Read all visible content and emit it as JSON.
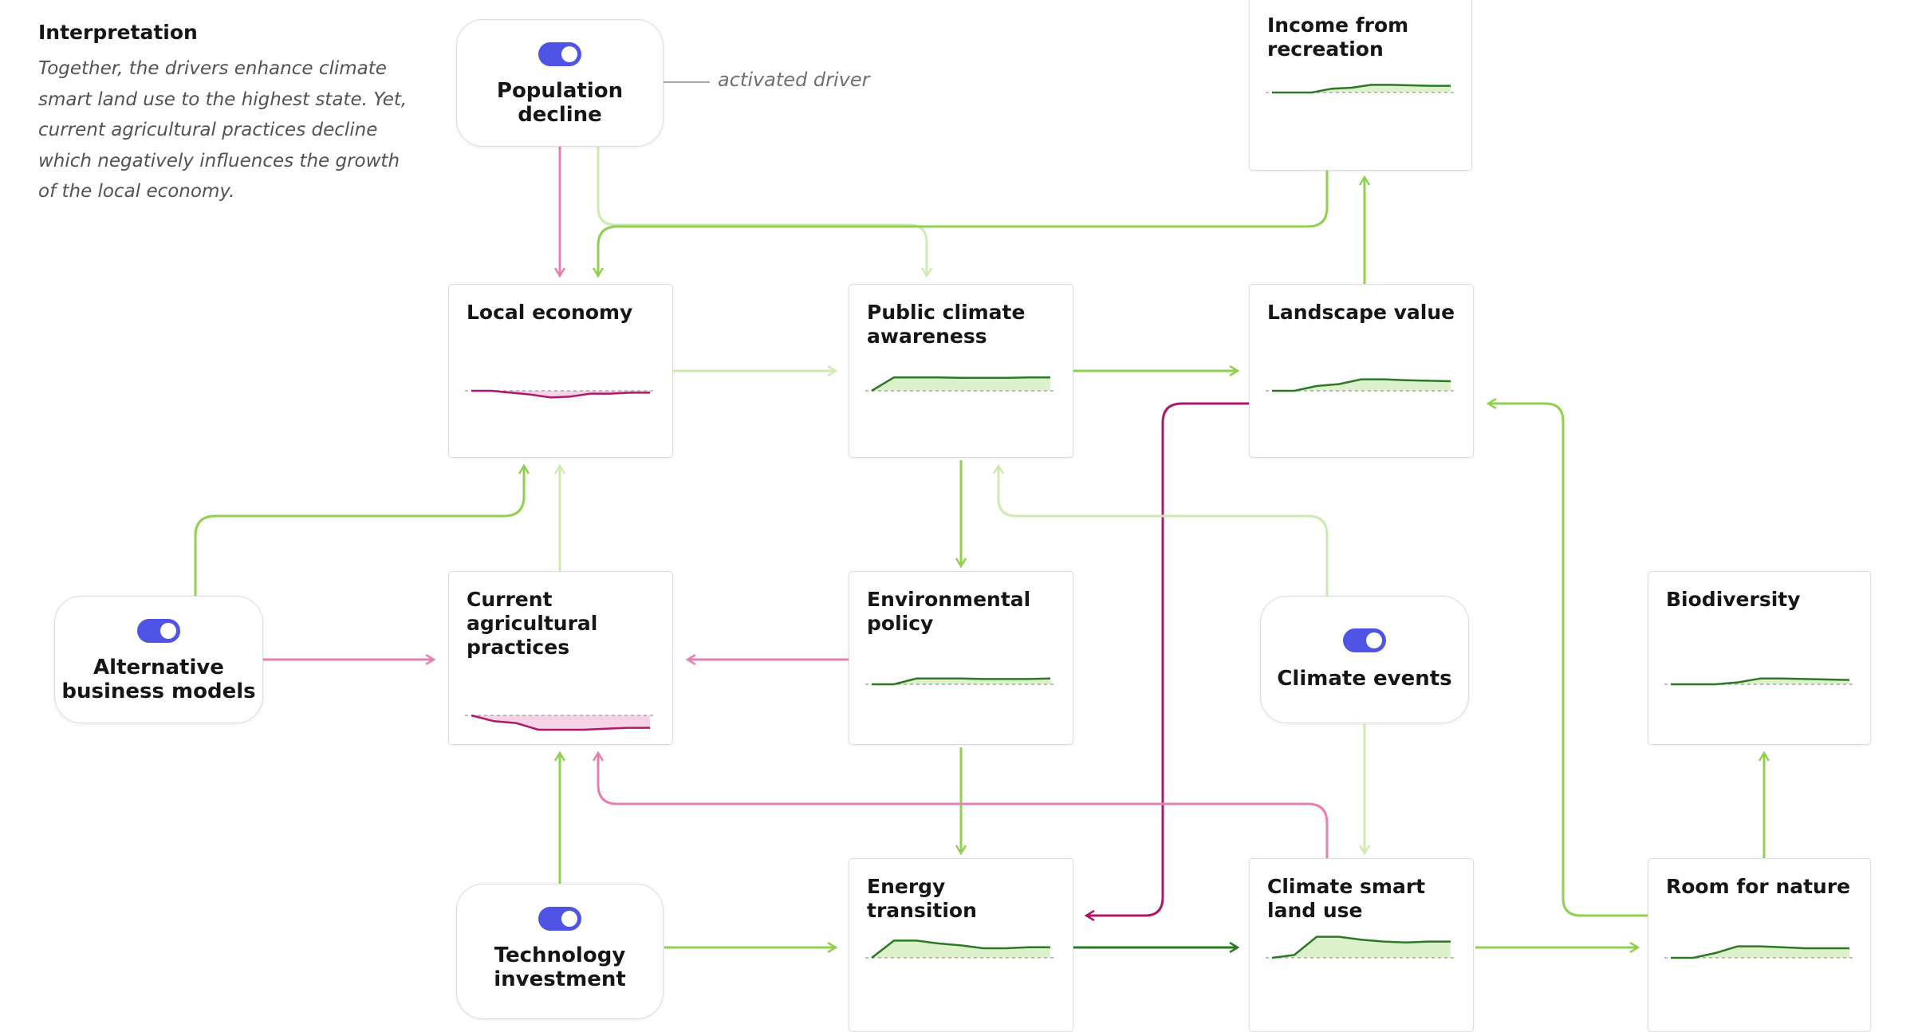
{
  "interpretation": {
    "title": "Interpretation",
    "text": "Together, the drivers enhance climate smart land use to the highest state. Yet, current agricultural practices decline which negatively influences the growth of the local economy."
  },
  "legend": {
    "activated_label": "activated driver"
  },
  "colors": {
    "positive_link": "#8fd14f",
    "positive_link_light": "#cdebb0",
    "negative_link": "#e87fb3",
    "strong_negative_link": "#b0176b",
    "strong_positive_link": "#2b7a23",
    "toggle_on": "#4f54e5",
    "positive_fill": "#ddf2cc",
    "negative_fill": "#f7d3e6"
  },
  "drivers": [
    {
      "id": "population",
      "label": "Population decline",
      "active": true
    },
    {
      "id": "altbiz",
      "label": "Alternative business models",
      "active": true
    },
    {
      "id": "climate",
      "label": "Climate events",
      "active": true
    },
    {
      "id": "tech",
      "label": "Technology investment",
      "active": true
    }
  ],
  "factors": [
    {
      "id": "income",
      "label": "Income from recreation",
      "trend": "positive",
      "series": [
        0,
        0,
        0,
        0.4,
        0.5,
        0.8,
        0.8,
        0.75,
        0.7,
        0.7
      ]
    },
    {
      "id": "local",
      "label": "Local economy",
      "trend": "negative",
      "series": [
        0,
        0,
        -0.2,
        -0.4,
        -0.7,
        -0.6,
        -0.3,
        -0.3,
        -0.2,
        -0.2
      ]
    },
    {
      "id": "awareness",
      "label": "Public climate awareness",
      "trend": "positive",
      "series": [
        0,
        1.4,
        1.4,
        1.4,
        1.35,
        1.35,
        1.35,
        1.4,
        1.4
      ]
    },
    {
      "id": "landscape",
      "label": "Landscape value",
      "trend": "positive",
      "series": [
        0,
        0,
        0.5,
        0.7,
        1.2,
        1.2,
        1.1,
        1.05,
        1.0
      ]
    },
    {
      "id": "agri",
      "label": "Current agricultural practices",
      "trend": "negative",
      "series": [
        0,
        -0.6,
        -0.8,
        -1.5,
        -1.5,
        -1.5,
        -1.4,
        -1.3,
        -1.3
      ]
    },
    {
      "id": "envpolicy",
      "label": "Environmental policy",
      "trend": "positive",
      "series": [
        0,
        0,
        0.6,
        0.6,
        0.6,
        0.55,
        0.55,
        0.55,
        0.6
      ]
    },
    {
      "id": "biodiversity",
      "label": "Biodiversity",
      "trend": "positive",
      "series": [
        0,
        0,
        0,
        0.2,
        0.6,
        0.6,
        0.55,
        0.5,
        0.45
      ]
    },
    {
      "id": "energy",
      "label": "Energy transition",
      "trend": "positive",
      "series": [
        0,
        1.8,
        1.8,
        1.5,
        1.3,
        1.0,
        1.0,
        1.1,
        1.1
      ]
    },
    {
      "id": "csland",
      "label": "Climate smart land use",
      "trend": "positive",
      "series": [
        0,
        0.3,
        2.2,
        2.2,
        1.9,
        1.7,
        1.6,
        1.7,
        1.7
      ]
    },
    {
      "id": "roomnature",
      "label": "Room for nature",
      "trend": "positive",
      "series": [
        0,
        0,
        0.5,
        1.2,
        1.2,
        1.1,
        1.0,
        1.0,
        1.0
      ]
    }
  ]
}
